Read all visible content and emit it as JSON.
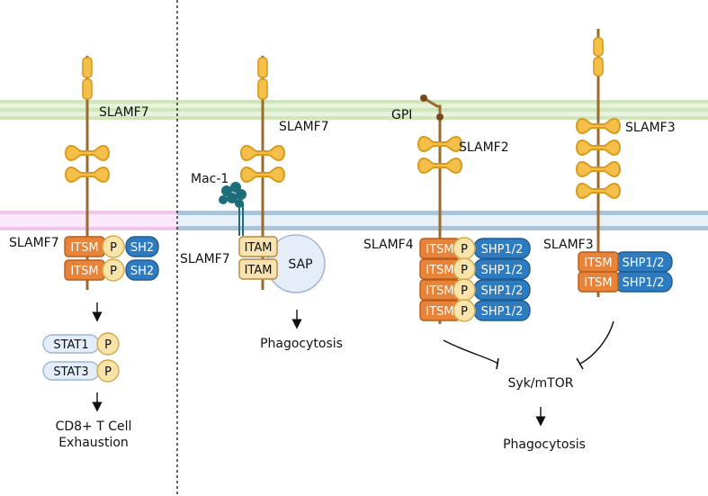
{
  "colors": {
    "membrane_green": "#cfe6b8",
    "membrane_pink": "#f3c9ec",
    "membrane_blue": "#a9c4db",
    "stalk": "#9a6a2e",
    "domain_fill": "#f4c04a",
    "domain_stroke": "#d99a1e",
    "itsm_fill": "#e8843a",
    "itsm_stroke": "#b85d1b",
    "p_fill": "#f8e3a8",
    "p_stroke": "#d2aa4c",
    "shp_fill": "#2e7bbf",
    "shp_stroke": "#1f5c93",
    "itam_fill": "#f7e2b2",
    "itam_stroke": "#b8863a",
    "sap_fill": "#e5edf8",
    "sap_stroke": "#a6b8d6",
    "stat_fill": "#e4eefa",
    "stat_stroke": "#9fb5d3",
    "mac1": "#1c6e7a"
  },
  "panel_left": {
    "slamf7_top_label": "SLAMF7",
    "slamf7_side_label": "SLAMF7",
    "itsm_label": "ITSM",
    "p_label": "P",
    "sh2_label": "SH2",
    "stat1_label": "STAT1",
    "stat3_label": "STAT3",
    "outcome_line1": "CD8+ T Cell",
    "outcome_line2": "Exhaustion"
  },
  "panel_mid": {
    "slamf7_top_label": "SLAMF7",
    "mac1_label": "Mac-1",
    "slamf7_side_label": "SLAMF7",
    "itam_label": "ITAM",
    "sap_label": "SAP",
    "outcome": "Phagocytosis"
  },
  "panel_slamf2": {
    "gpi_label": "GPI",
    "slamf2_label": "SLAMF2",
    "slamf4_label": "SLAMF4",
    "itsm_label": "ITSM",
    "p_label": "P",
    "shp_label": "SHP1/2"
  },
  "panel_slamf3": {
    "slamf3_top_label": "SLAMF3",
    "slamf3_side_label": "SLAMF3",
    "itsm_label": "ITSM",
    "shp_label": "SHP1/2"
  },
  "pathway": {
    "target": "Syk/mTOR",
    "outcome": "Phagocytosis"
  }
}
